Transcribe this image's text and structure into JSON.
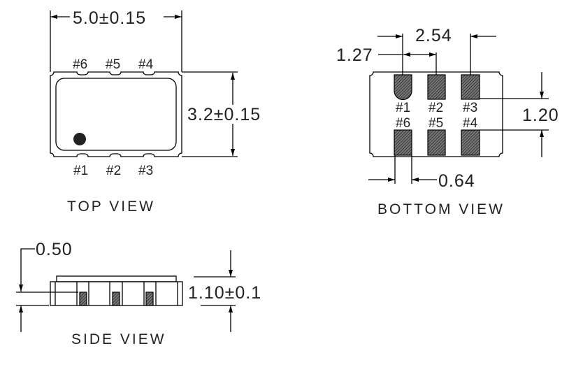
{
  "top_view": {
    "title": "TOP VIEW",
    "width_dim": "5.0±0.15",
    "height_dim": "3.2±0.15",
    "pins_top": [
      "#6",
      "#5",
      "#4"
    ],
    "pins_bottom": [
      "#1",
      "#2",
      "#3"
    ]
  },
  "bottom_view": {
    "title": "BOTTOM VIEW",
    "pitch_dim": "2.54",
    "half_pitch_dim": "1.27",
    "pad_gap_dim": "1.20",
    "pad_width_dim": "0.64",
    "pins_top": [
      "#1",
      "#2",
      "#3"
    ],
    "pins_bottom": [
      "#6",
      "#5",
      "#4"
    ]
  },
  "side_view": {
    "title": "SIDE VIEW",
    "pad_height_dim": "0.50",
    "thickness_dim": "1.10±0.1"
  }
}
